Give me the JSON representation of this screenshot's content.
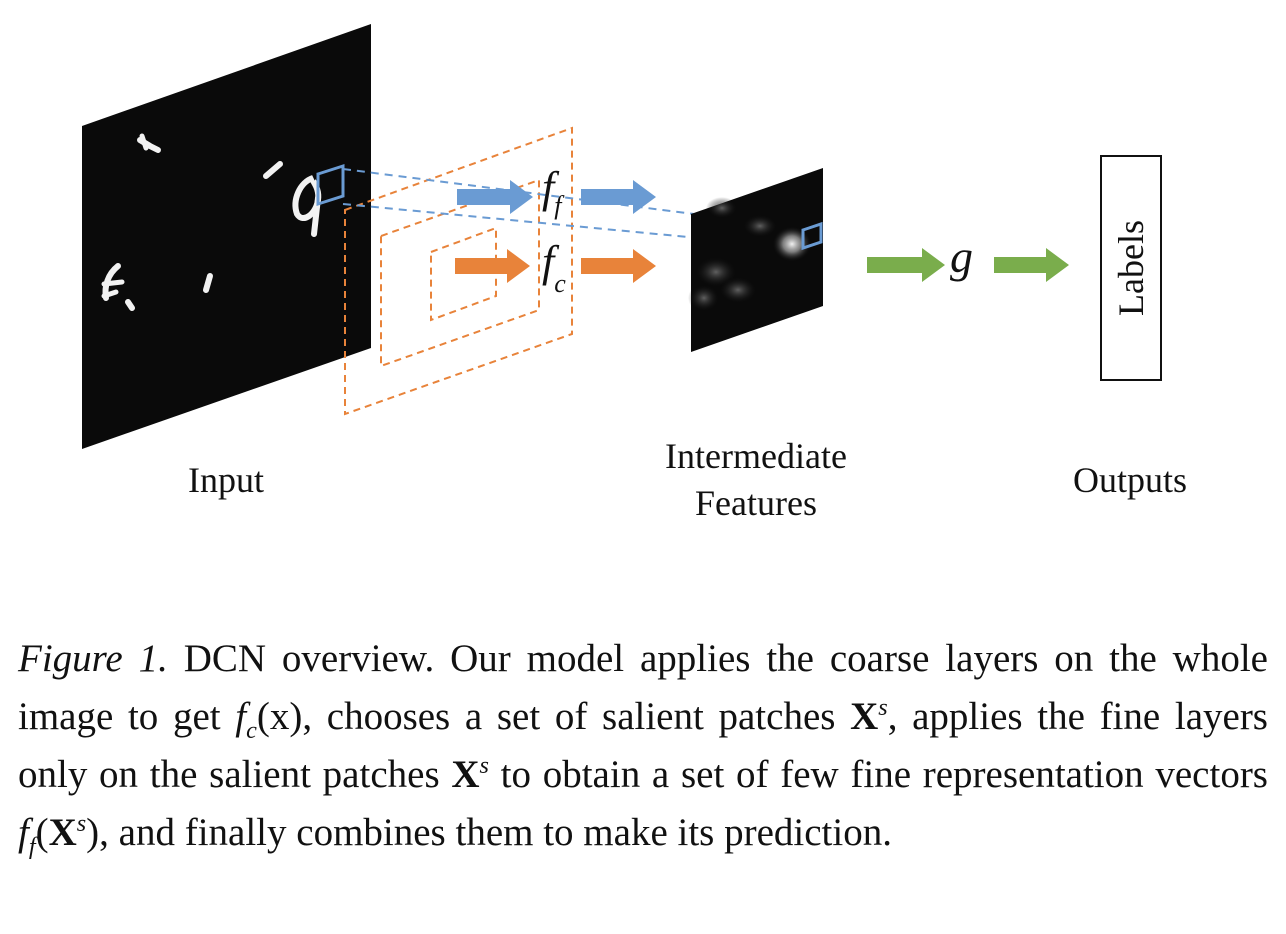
{
  "figure": {
    "labels": {
      "input": "Input",
      "intermediate_line1": "Intermediate",
      "intermediate_line2": "Features",
      "outputs": "Outputs",
      "labels_box": "Labels"
    },
    "math": {
      "fine_base": "f",
      "fine_sub": "f",
      "coarse_base": "f",
      "coarse_sub": "c",
      "aggregator": "g"
    },
    "colors": {
      "fine": "#6a9bd3",
      "coarse": "#e8833a",
      "aggregator": "#7aad4c",
      "background": "#ffffff",
      "panel": "#0a0a0a"
    }
  },
  "caption": {
    "figure_label": "Figure 1.",
    "text_1": " DCN overview. Our model applies the coarse layers on the whole image to get ",
    "m1_base": "f",
    "m1_sub": "c",
    "m1_arg": "(x)",
    "text_2": ", chooses a set of salient patches ",
    "m2_base": "X",
    "m2_sup": "s",
    "text_3": ", applies the fine layers only on the salient patches ",
    "m3_base": "X",
    "m3_sup": "s",
    "text_4": " to obtain a set of few fine representation vectors ",
    "m4_base": "f",
    "m4_sub": "f",
    "m4_open": "(",
    "m4_X": "X",
    "m4_sup": "s",
    "m4_close": ")",
    "text_5": ", and finally combines them to make its prediction."
  }
}
